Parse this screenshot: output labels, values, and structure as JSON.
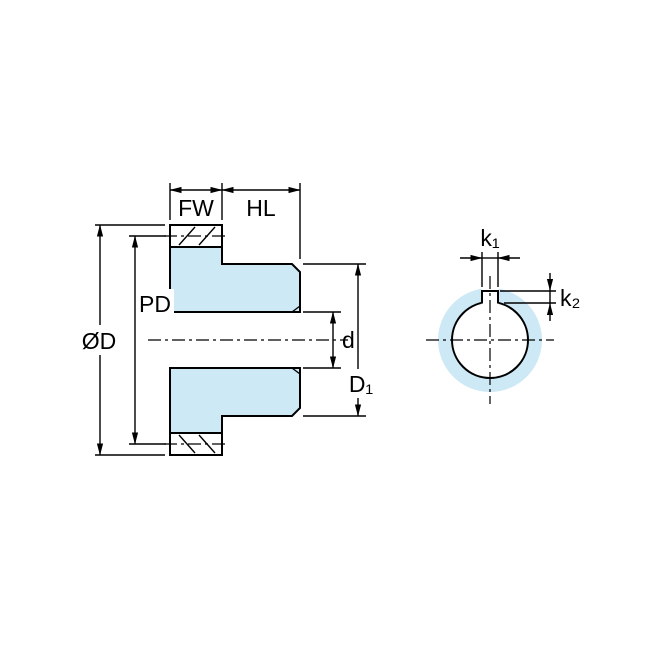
{
  "colors": {
    "part_fill": "#cde9f6",
    "line": "#000000",
    "background": "#ffffff"
  },
  "side_view": {
    "labels": {
      "face_width": "FW",
      "hub_length": "HL",
      "pitch_diameter": "PD",
      "outer_diameter": "ØD",
      "bore_diameter": "d",
      "hub_diameter": "D₁"
    }
  },
  "end_view": {
    "labels": {
      "keyway_width": "k₁",
      "keyway_depth": "k₂"
    }
  }
}
